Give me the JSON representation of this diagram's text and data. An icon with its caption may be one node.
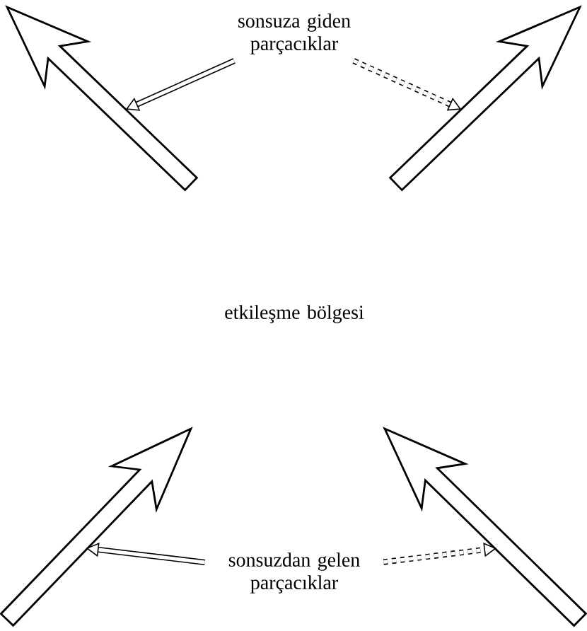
{
  "diagram": {
    "nodes": [
      {
        "text": [
          "sonsuza giden parçacıklar"
        ]
      },
      {
        "text": [
          "etkileşme bölgesi"
        ]
      },
      {
        "text": [
          "sonsuzdan gelen parçacıklar"
        ]
      },
      {
        "text": [],
        "shape": "arrow"
      },
      {
        "text": [],
        "shape": "arrow"
      },
      {
        "text": [],
        "shape": "arrow"
      },
      {
        "text": [],
        "shape": "arrow"
      }
    ],
    "edges": [
      {
        "from": 0,
        "to": 3,
        "arrow": "to"
      },
      {
        "from": 0,
        "to": 4,
        "arrow": "to",
        "style": "dashed"
      },
      {
        "from": 2,
        "to": 5,
        "arrow": "to"
      },
      {
        "from": 2,
        "to": 6,
        "arrow": "to",
        "style": "dashed"
      }
    ]
  }
}
